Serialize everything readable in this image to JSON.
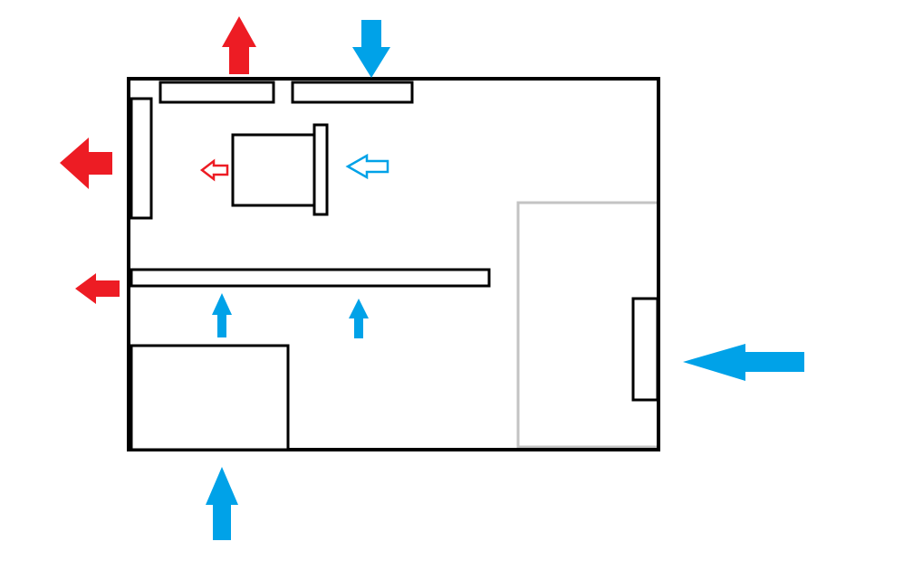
{
  "colors": {
    "exhaust": "#ed1c24",
    "intake": "#00a2e8",
    "outline": "#000000",
    "zone": "#c3c3c3"
  },
  "diagram": {
    "arrows": [
      {
        "name": "exhaust-arrow-top",
        "flow": "out",
        "direction": "up"
      },
      {
        "name": "intake-arrow-top",
        "flow": "in",
        "direction": "down"
      },
      {
        "name": "exhaust-arrow-left-upper",
        "flow": "out",
        "direction": "left"
      },
      {
        "name": "exhaust-arrow-left-lower",
        "flow": "out",
        "direction": "left"
      },
      {
        "name": "exhaust-arrow-unit-small",
        "flow": "out",
        "direction": "left"
      },
      {
        "name": "intake-arrow-unit-small",
        "flow": "in",
        "direction": "left"
      },
      {
        "name": "intake-arrow-shelf-1",
        "flow": "in",
        "direction": "up"
      },
      {
        "name": "intake-arrow-shelf-2",
        "flow": "in",
        "direction": "up"
      },
      {
        "name": "intake-arrow-right",
        "flow": "in",
        "direction": "left"
      },
      {
        "name": "intake-arrow-bottom",
        "flow": "in",
        "direction": "up"
      }
    ]
  }
}
